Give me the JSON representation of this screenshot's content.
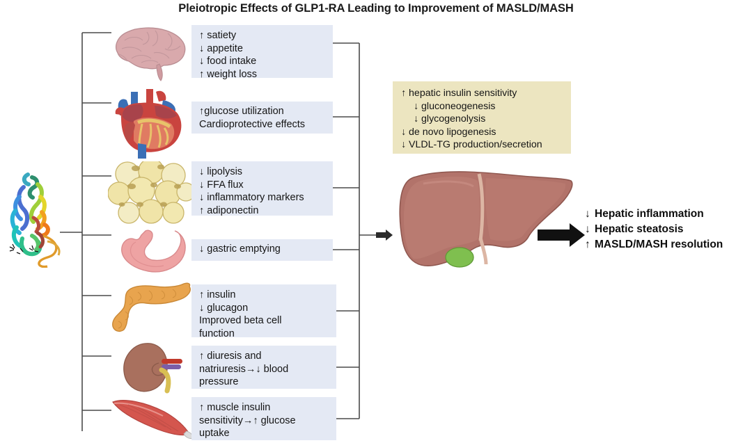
{
  "title": "Pleiotropic Effects of GLP1-RA Leading to Improvement of MASLD/MASH",
  "colors": {
    "effect_box_fill": "#e4e9f4",
    "hepatic_box_fill": "#ece5c0",
    "liver": "#b2736a",
    "gallbladder": "#7fbf4f",
    "brain": "#d8a8ab",
    "heart_red": "#c9443f",
    "heart_blue": "#3b6fb5",
    "adipose": "#f0e4a8",
    "stomach": "#eea3a3",
    "pancreas": "#e8a košt"
  },
  "ligand": {
    "name": "glp1-ra-protein-ribbon",
    "label": "GLP1-RA protein structure"
  },
  "organs": [
    {
      "id": "brain",
      "name": "brain-illustration"
    },
    {
      "id": "heart",
      "name": "heart-illustration"
    },
    {
      "id": "adipose",
      "name": "adipose-tissue-illustration"
    },
    {
      "id": "stomach",
      "name": "stomach-illustration"
    },
    {
      "id": "pancreas",
      "name": "pancreas-illustration"
    },
    {
      "id": "kidney",
      "name": "kidney-illustration"
    },
    {
      "id": "muscle",
      "name": "skeletal-muscle-illustration"
    },
    {
      "id": "liver",
      "name": "liver-illustration"
    }
  ],
  "effect_boxes": [
    {
      "organ": "brain",
      "text": "↑ satiety\n↓ appetite\n↓ food intake\n↑ weight loss"
    },
    {
      "organ": "heart",
      "text": "↑glucose utilization\nCardioprotective effects"
    },
    {
      "organ": "adipose",
      "text": "↓ lipolysis\n↓ FFA flux\n↓ inflammatory markers\n↑ adiponectin"
    },
    {
      "organ": "stomach",
      "text": "↓ gastric emptying"
    },
    {
      "organ": "pancreas",
      "text": "↑ insulin\n↓ glucagon\nImproved beta cell\nfunction"
    },
    {
      "organ": "kidney",
      "text": "↑ diuresis and\nnatriuresis→↓ blood\npressure"
    },
    {
      "organ": "muscle",
      "text": "↑ muscle insulin\nsensitivity→↑ glucose\nuptake"
    }
  ],
  "hepatic_effects": {
    "lines": [
      {
        "text": "↑ hepatic insulin sensitivity",
        "indent": false
      },
      {
        "text": "↓ gluconeogenesis",
        "indent": true
      },
      {
        "text": "↓ glycogenolysis",
        "indent": true
      },
      {
        "text": "↓ de novo lipogenesis",
        "indent": false
      },
      {
        "text": "↓ VLDL-TG production/secretion",
        "indent": false
      }
    ]
  },
  "outcomes": [
    {
      "arrow": "↓",
      "label": "Hepatic inflammation"
    },
    {
      "arrow": "↓",
      "label": "Hepatic steatosis"
    },
    {
      "arrow": "↑",
      "label": "MASLD/MASH resolution"
    }
  ]
}
